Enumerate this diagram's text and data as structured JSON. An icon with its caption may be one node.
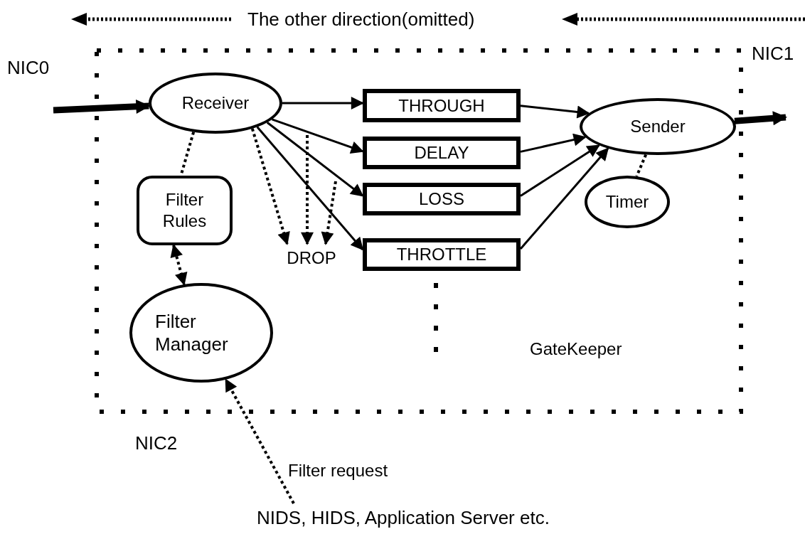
{
  "diagram": {
    "nodes": [
      {
        "text": [
          "GateKeeper"
        ]
      },
      {
        "text": [
          "Receiver"
        ],
        "in": 0
      },
      {
        "text": [
          "THROUGH"
        ],
        "in": 0
      },
      {
        "text": [
          "DELAY"
        ],
        "in": 0
      },
      {
        "text": [
          "LOSS"
        ],
        "in": 0
      },
      {
        "text": [
          "THROTTLE"
        ],
        "in": 0
      },
      {
        "text": [
          "Sender"
        ],
        "in": 0
      },
      {
        "text": [
          "Timer"
        ],
        "in": 0
      },
      {
        "text": [
          "Filter Rules"
        ],
        "in": 0
      },
      {
        "text": [
          "Filter Manager"
        ],
        "in": 0
      },
      {
        "text": [
          "DROP"
        ],
        "in": 0
      },
      {
        "text": [
          "NIDS, HIDS, Application Server etc."
        ]
      }
    ],
    "edges": [
      {
        "from": null,
        "to": 1,
        "arrow": "to",
        "style": "thick"
      },
      {
        "from": 1,
        "to": 2,
        "arrow": "to"
      },
      {
        "from": 1,
        "to": 3,
        "arrow": "to"
      },
      {
        "from": 1,
        "to": 4,
        "arrow": "to"
      },
      {
        "from": 1,
        "to": 5,
        "arrow": "to"
      },
      {
        "from": 1,
        "to": 10,
        "arrow": "to",
        "style": "dashed"
      },
      {
        "from": null,
        "to": 10,
        "arrow": "to",
        "style": "dashed"
      },
      {
        "from": null,
        "to": 10,
        "arrow": "to",
        "style": "dashed"
      },
      {
        "from": 2,
        "to": 6,
        "arrow": "to"
      },
      {
        "from": 3,
        "to": 6,
        "arrow": "to"
      },
      {
        "from": 4,
        "to": 6,
        "arrow": "to"
      },
      {
        "from": 5,
        "to": 6,
        "arrow": "to"
      },
      {
        "from": 6,
        "to": null,
        "arrow": "to",
        "style": "thick"
      },
      {
        "from": 6,
        "to": 7,
        "arrow": "none",
        "style": "dashed"
      },
      {
        "from": 1,
        "to": 8,
        "arrow": "none",
        "style": "dashed"
      },
      {
        "from": 8,
        "to": 9,
        "arrow": "both",
        "style": "dashed"
      },
      {
        "from": 11,
        "to": 9,
        "arrow": "to",
        "style": "dashed",
        "label": "Filter request"
      }
    ],
    "labels": [
      "The other direction(omitted)",
      "NIC0",
      "NIC1",
      "NIC2"
    ]
  }
}
